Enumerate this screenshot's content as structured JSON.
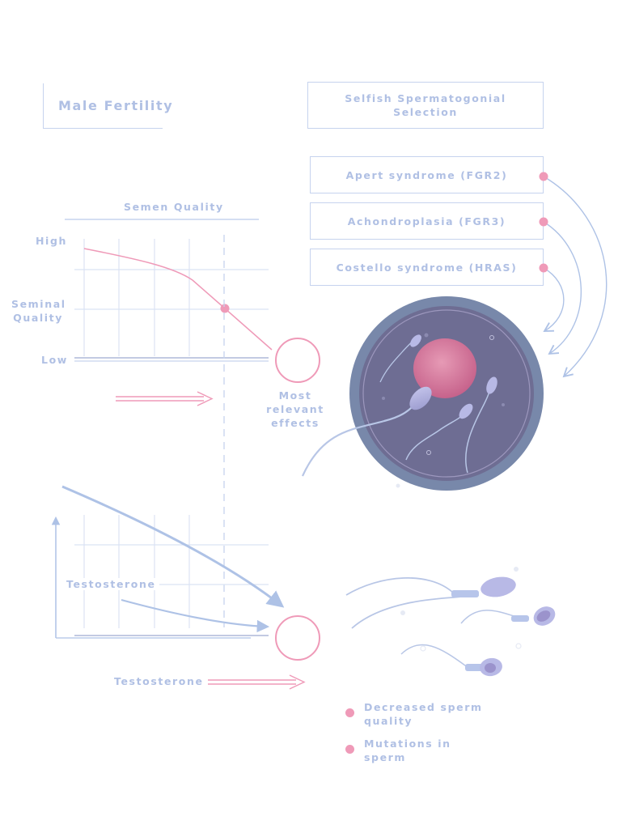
{
  "title": "Male Fertility",
  "selection_title": "Selfish Spermatogonial Selection",
  "syndromes": [
    {
      "label": "Apert syndrome (FGR2)"
    },
    {
      "label": "Achondroplasia (FGR3)"
    },
    {
      "label": "Costello syndrome (HRAS)"
    }
  ],
  "semen_chart": {
    "title": "Semen Quality",
    "high": "High",
    "axis_label": "Seminal Quality",
    "low": "Low"
  },
  "most_relevant": "Most relevant effects",
  "testosterone_chart": {
    "axis_label": "Testosterone",
    "x_label": "Testosterone"
  },
  "legend": [
    {
      "label": "Decreased sperm quality"
    },
    {
      "label": "Mutations in sperm"
    }
  ],
  "colors": {
    "blue_line": "#c6d3ee",
    "label_blue": "#b0c0e4",
    "pink": "#ef9ab8",
    "arrow_blue": "#aec2e6",
    "egg_outer": "#7888aa",
    "egg_inner": "#6e6d93",
    "nucleus": "#d47596"
  }
}
